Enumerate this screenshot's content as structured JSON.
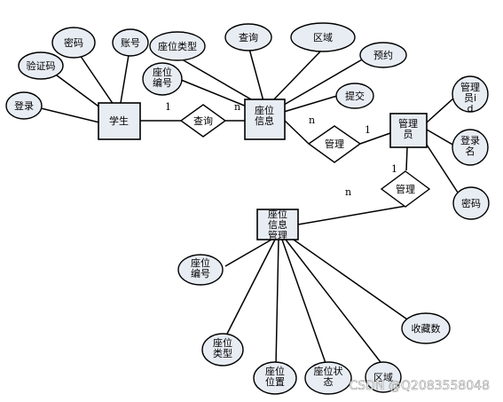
{
  "diagram": {
    "entities": {
      "student": "学生",
      "seat_info": "座位信息",
      "admin": "管理员",
      "seat_mgmt": "座位信息管理"
    },
    "relationships": {
      "query": "查询",
      "manage_top": "管理",
      "manage_mid": "管理"
    },
    "attributes": {
      "student_captcha": "验证码",
      "student_password": "密码",
      "student_account": "账号",
      "student_login": "登录",
      "seat_type": "座位类型",
      "seat_number": "座位编号",
      "seat_query": "查询",
      "seat_area": "区域",
      "seat_reserve": "预约",
      "seat_submit": "提交",
      "admin_id": "管理员id",
      "admin_login_name": "登录名",
      "admin_password": "密码",
      "mgmt_seat_number": "座位编号",
      "mgmt_seat_type": "座位类型",
      "mgmt_seat_position": "座位位置",
      "mgmt_seat_status": "座位状态",
      "mgmt_area": "区域",
      "mgmt_favorites": "收藏数"
    },
    "cardinalities": {
      "student_query": "1",
      "query_seat": "n",
      "seat_manage": "n",
      "manage_admin": "1",
      "admin_manage2": "1",
      "manage2_mgmt": "n"
    }
  },
  "watermark": "CSDN @Q2083558048"
}
